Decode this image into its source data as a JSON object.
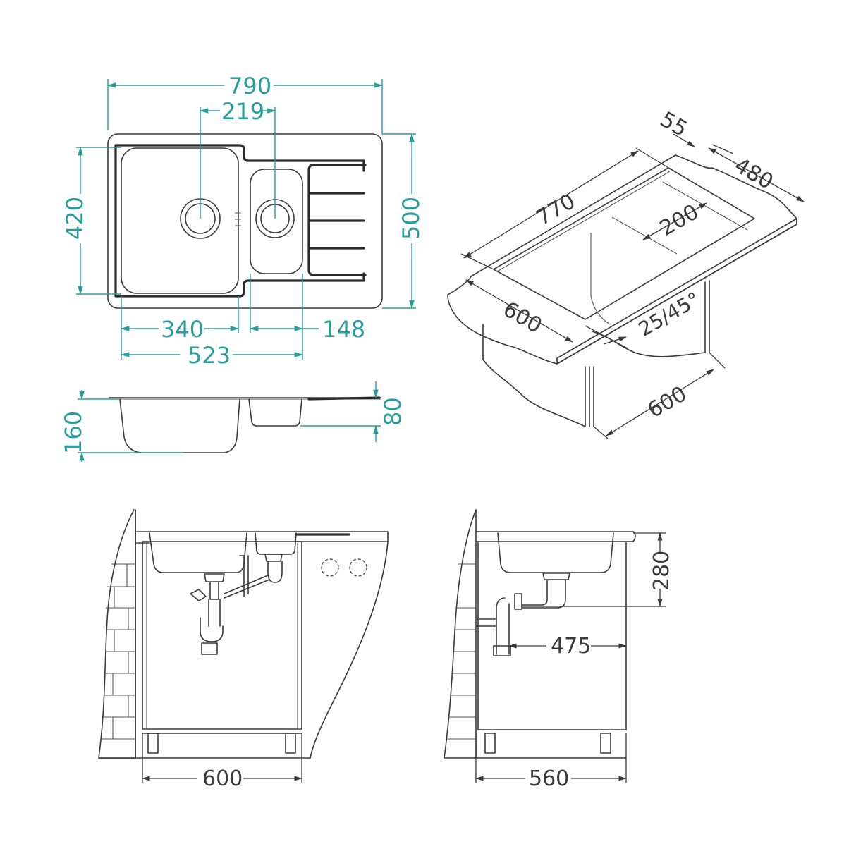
{
  "colors": {
    "dimension_teal": "#2a9d9a",
    "line_dark": "#3a3a3a",
    "background": "#ffffff"
  },
  "units": "mm",
  "views": {
    "plan_view": {
      "title": "top-plan-view",
      "dimensions": {
        "overall_width": "790",
        "drain_center_spacing": "219",
        "overall_depth": "500",
        "main_bowl_depth": "420",
        "main_bowl_width": "340",
        "small_bowl_width": "148",
        "bowls_combined_width": "523"
      }
    },
    "side_profile": {
      "title": "side-profile-view",
      "dimensions": {
        "main_bowl_height": "160",
        "small_bowl_height": "80"
      }
    },
    "isometric_cutout": {
      "title": "cutout-isometric-view",
      "dimensions": {
        "cutout_length": "770",
        "edge_offset": "55",
        "cutout_depth": "480",
        "drainer_section": "200",
        "worktop_depth": "600",
        "edge_profile": "25/45°",
        "cabinet_width": "600"
      }
    },
    "front_installation": {
      "title": "front-installation-view",
      "dimensions": {
        "cabinet_width": "600"
      }
    },
    "side_installation": {
      "title": "side-installation-view",
      "dimensions": {
        "installation_height": "280",
        "drain_offset": "475",
        "cabinet_depth": "560"
      }
    }
  }
}
